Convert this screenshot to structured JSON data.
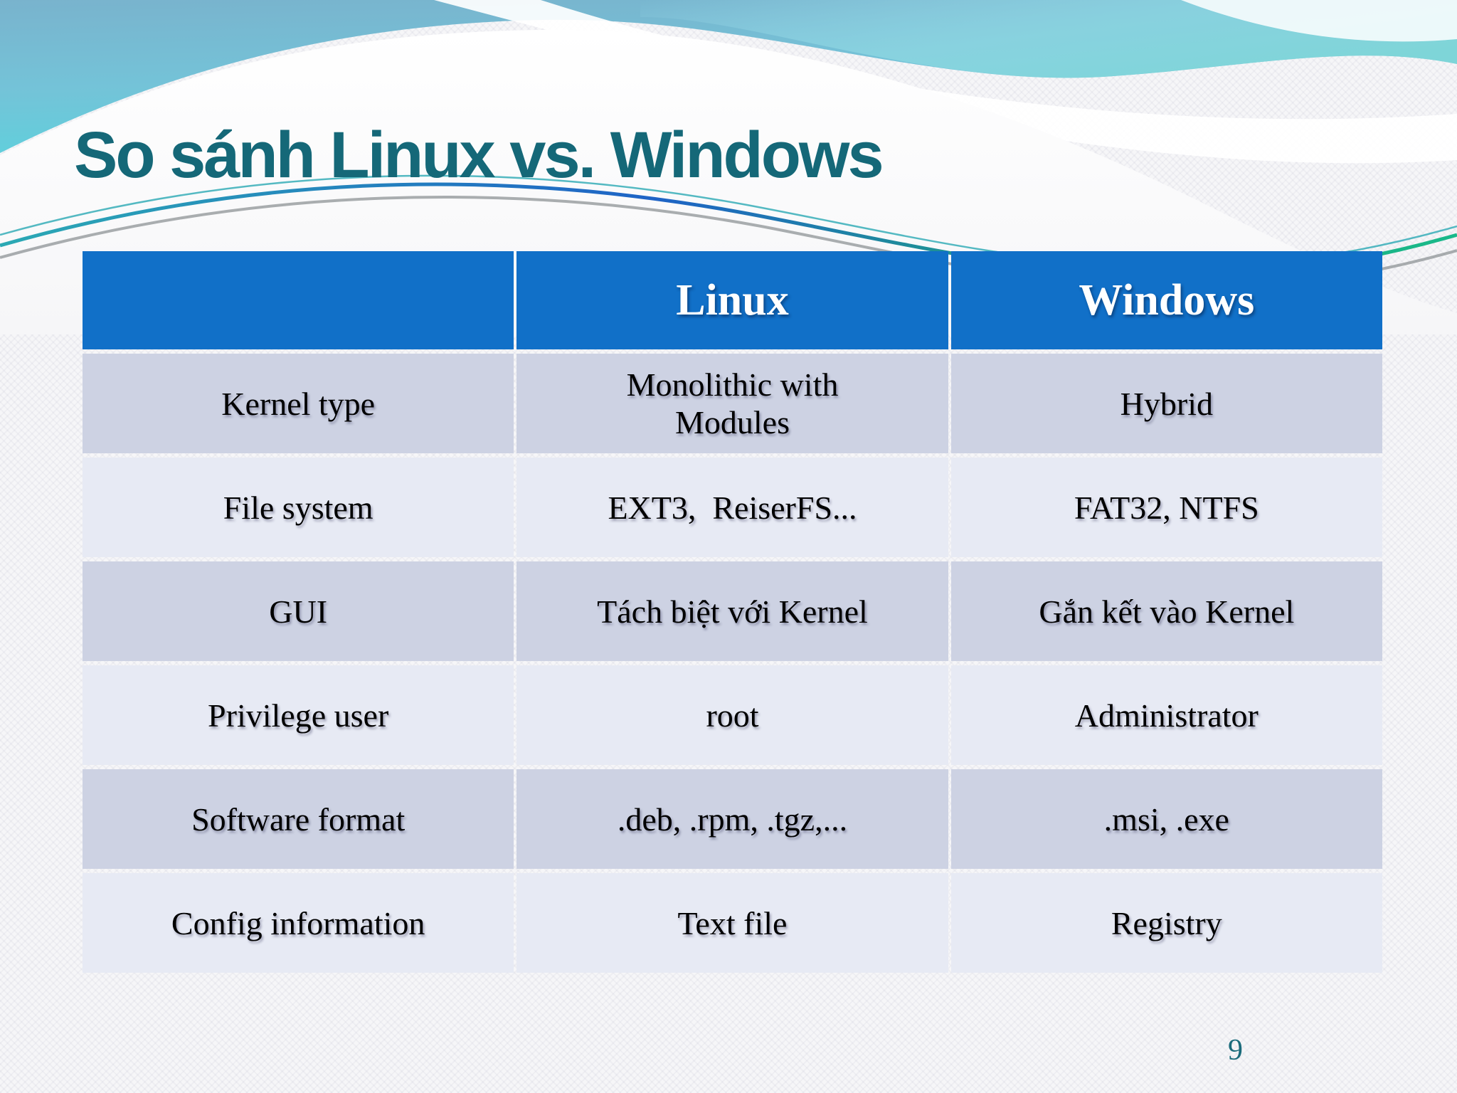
{
  "slide": {
    "title": "So sánh Linux vs. Windows",
    "page_number": "9"
  },
  "table": {
    "columns": [
      "",
      "Linux",
      "Windows"
    ],
    "rows": [
      {
        "label": "Kernel type",
        "linux": "Monolithic with\nModules",
        "windows": "Hybrid"
      },
      {
        "label": "File system",
        "linux": "EXT3,  ReiserFS...",
        "windows": "FAT32, NTFS"
      },
      {
        "label": "GUI",
        "linux": "Tách biệt với Kernel",
        "windows": "Gắn kết vào Kernel"
      },
      {
        "label": "Privilege user",
        "linux": "root",
        "windows": "Administrator"
      },
      {
        "label": "Software format",
        "linux": ".deb, .rpm, .tgz,...",
        "windows": ".msi, .exe"
      },
      {
        "label": "Config information",
        "linux": "Text file",
        "windows": "Registry"
      }
    ]
  },
  "colors": {
    "table_header_bg": "#1170C8",
    "row_band_dark": "#CDD2E3",
    "row_band_light": "#E7EAF4",
    "title_text": "#156878",
    "header_text": "#FFFFFF",
    "page_number_text": "#1A6B7B",
    "wave_sky_top": "#79B3CD",
    "wave_sky_turquoise": "#5FD0DC",
    "wave_sky_right": "#8ED8E2",
    "accent_line_green": "#1FA97C",
    "accent_line_blue": "#1E63C6",
    "accent_line_teal": "#2BA9B4",
    "accent_line_gray": "#8E9396"
  }
}
